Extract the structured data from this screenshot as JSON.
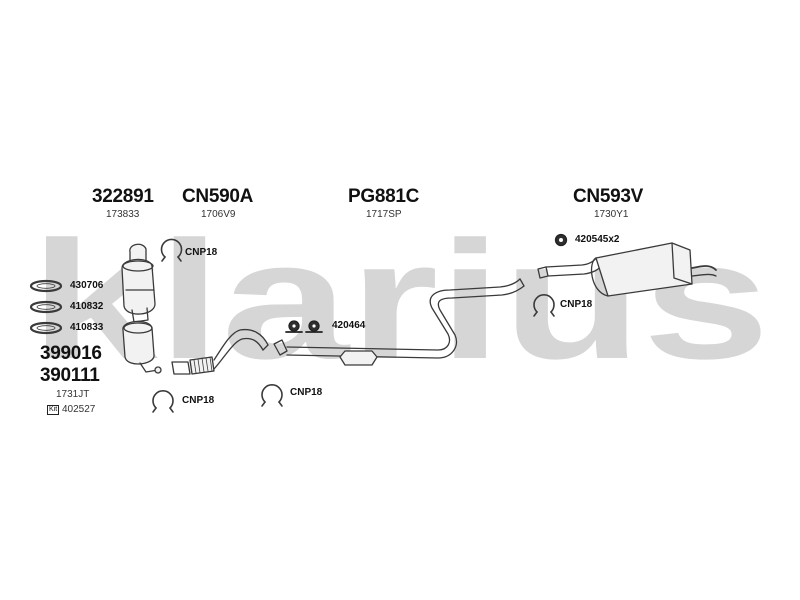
{
  "watermark": {
    "text": "klarius"
  },
  "header_parts": [
    {
      "id": "front",
      "code": "322891",
      "ref": "173833"
    },
    {
      "id": "flexi",
      "code": "CN590A",
      "ref": "1706V9"
    },
    {
      "id": "middle",
      "code": "PG881C",
      "ref": "1717SP"
    },
    {
      "id": "rear",
      "code": "CN593V",
      "ref": "1730Y1"
    }
  ],
  "gasket_parts": [
    "430706",
    "410832",
    "410833"
  ],
  "catalyst_parts": [
    "399016",
    "390111"
  ],
  "catalyst_ref": "1731JT",
  "kit": {
    "badge": "Kit",
    "code": "402527"
  },
  "clamps": {
    "top_left": "CNP18",
    "bottom_left": "CNP18",
    "bottom_mid": "CNP18",
    "rear": "CNP18"
  },
  "mounts": {
    "middle": "420464",
    "rear": "420545x2"
  },
  "colors": {
    "line": "#3a3a3a",
    "watermark": "#d6d6d6",
    "part_fill": "#f2f2f2"
  }
}
